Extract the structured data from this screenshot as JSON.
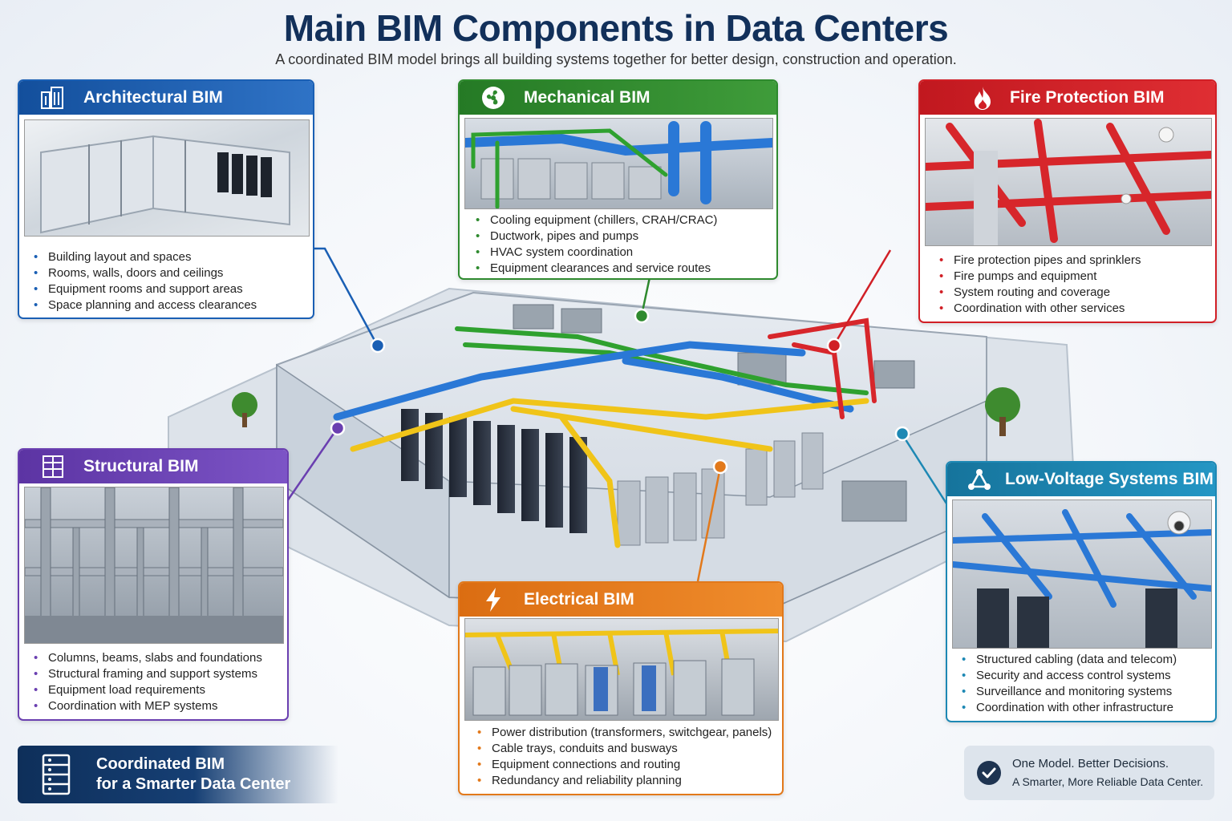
{
  "title": "Main BIM Components in Data Centers",
  "subtitle": "A coordinated BIM model brings all building systems together for better design, construction and operation.",
  "colors": {
    "architectural": "#1a5fb4",
    "mechanical": "#2e8a2e",
    "fire": "#d11f26",
    "structural": "#6a3fb0",
    "electrical": "#e2791b",
    "low_voltage": "#1d88b4",
    "navy": "#12305a"
  },
  "cards": {
    "architectural": {
      "title": "Architectural BIM",
      "icon": "buildings-icon",
      "items": [
        "Building layout and spaces",
        "Rooms, walls, doors and ceilings",
        "Equipment rooms and support areas",
        "Space planning and access clearances"
      ]
    },
    "mechanical": {
      "title": "Mechanical BIM",
      "icon": "fan-icon",
      "items": [
        "Cooling equipment (chillers, CRAH/CRAC)",
        "Ductwork, pipes and pumps",
        "HVAC system coordination",
        "Equipment clearances and service routes"
      ]
    },
    "fire": {
      "title": "Fire Protection BIM",
      "icon": "flame-icon",
      "items": [
        "Fire protection pipes and sprinklers",
        "Fire pumps and equipment",
        "System routing and coverage",
        "Coordination with other services"
      ]
    },
    "structural": {
      "title": "Structural BIM",
      "icon": "structure-frame-icon",
      "items": [
        "Columns, beams, slabs and foundations",
        "Structural framing and support systems",
        "Equipment load requirements",
        "Coordination with MEP systems"
      ]
    },
    "electrical": {
      "title": "Electrical BIM",
      "icon": "lightning-bolt-icon",
      "items": [
        "Power distribution (transformers, switchgear, panels)",
        "Cable trays, conduits and busways",
        "Equipment connections and routing",
        "Redundancy and reliability planning"
      ]
    },
    "low_voltage": {
      "title": "Low-Voltage Systems BIM",
      "icon": "network-icon",
      "items": [
        "Structured cabling (data and telecom)",
        "Security and access control systems",
        "Surveillance and monitoring systems",
        "Coordination with other infrastructure"
      ]
    }
  },
  "banner": {
    "line1": "Coordinated BIM",
    "line2": "for a Smarter Data Center",
    "icon": "server-rack-icon"
  },
  "footer": {
    "line1": "One Model. Better Decisions.",
    "line2": "A Smarter, More Reliable Data Center.",
    "icon": "check-circle-icon"
  }
}
